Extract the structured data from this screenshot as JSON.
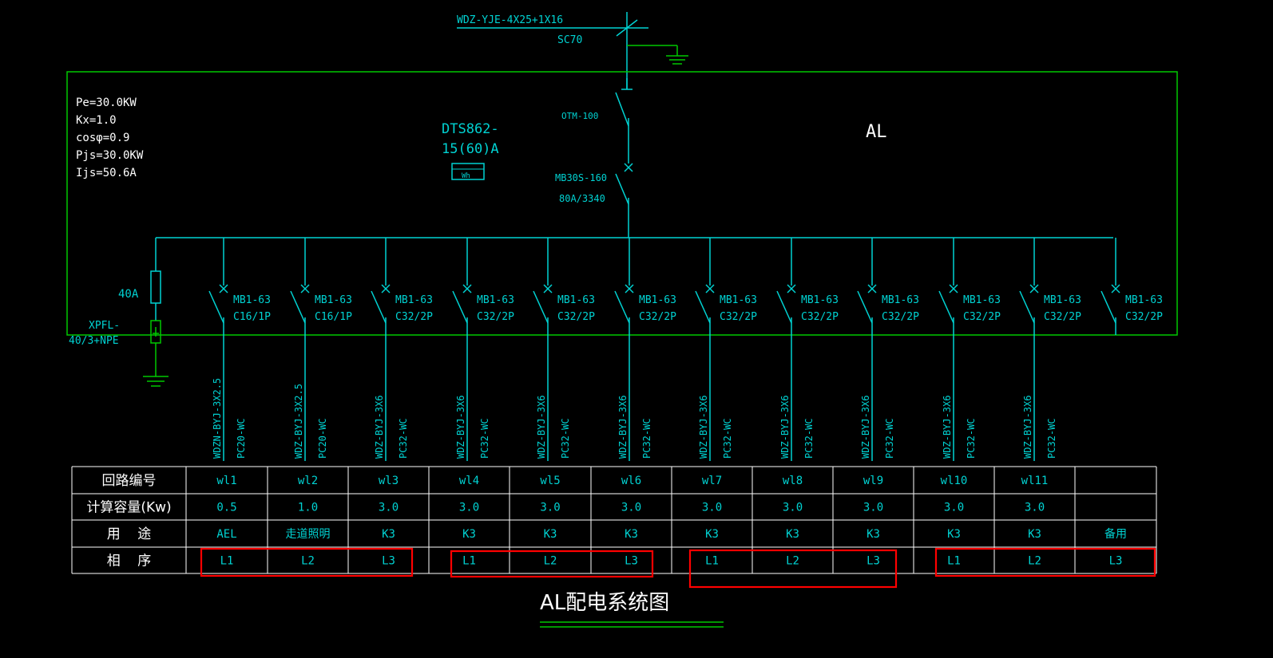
{
  "incoming": {
    "cable": "WDZ-YJE-4X25+1X16",
    "conduit": "SC70"
  },
  "box": {
    "name": "AL"
  },
  "load_params": [
    "Pe=30.0KW",
    "Kx=1.0",
    "cosφ=0.9",
    "Pjs=30.0KW",
    "Ijs=50.6A"
  ],
  "meter": {
    "model": "DTS862-",
    "rating": "15(60)A",
    "symbol": "Wh"
  },
  "main_switch": {
    "model": "OTM-100"
  },
  "main_breaker": {
    "model": "MB30S-160",
    "rating": "80A/3340"
  },
  "spd": {
    "fuse": "40A",
    "model": "XPFL-",
    "model2": "40/3+NPE"
  },
  "branches": [
    {
      "breaker1": "MB1-63",
      "breaker2": "C16/1P",
      "cable1": "WDZN-BYJ-3X2.5",
      "cable2": "PC20-WC"
    },
    {
      "breaker1": "MB1-63",
      "breaker2": "C16/1P",
      "cable1": "WDZ-BYJ-3X2.5",
      "cable2": "PC20-WC"
    },
    {
      "breaker1": "MB1-63",
      "breaker2": "C32/2P",
      "cable1": "WDZ-BYJ-3X6",
      "cable2": "PC32-WC"
    },
    {
      "breaker1": "MB1-63",
      "breaker2": "C32/2P",
      "cable1": "WDZ-BYJ-3X6",
      "cable2": "PC32-WC"
    },
    {
      "breaker1": "MB1-63",
      "breaker2": "C32/2P",
      "cable1": "WDZ-BYJ-3X6",
      "cable2": "PC32-WC"
    },
    {
      "breaker1": "MB1-63",
      "breaker2": "C32/2P",
      "cable1": "WDZ-BYJ-3X6",
      "cable2": "PC32-WC"
    },
    {
      "breaker1": "MB1-63",
      "breaker2": "C32/2P",
      "cable1": "WDZ-BYJ-3X6",
      "cable2": "PC32-WC"
    },
    {
      "breaker1": "MB1-63",
      "breaker2": "C32/2P",
      "cable1": "WDZ-BYJ-3X6",
      "cable2": "PC32-WC"
    },
    {
      "breaker1": "MB1-63",
      "breaker2": "C32/2P",
      "cable1": "WDZ-BYJ-3X6",
      "cable2": "PC32-WC"
    },
    {
      "breaker1": "MB1-63",
      "breaker2": "C32/2P",
      "cable1": "WDZ-BYJ-3X6",
      "cable2": "PC32-WC"
    },
    {
      "breaker1": "MB1-63",
      "breaker2": "C32/2P",
      "cable1": "WDZ-BYJ-3X6",
      "cable2": "PC32-WC"
    },
    {
      "breaker1": "MB1-63",
      "breaker2": "C32/2P",
      "cable1": "",
      "cable2": ""
    }
  ],
  "table": {
    "row_headers": [
      "回路编号",
      "计算容量(Kw)",
      "用    途",
      "相    序"
    ],
    "circuit_ids": [
      "wl1",
      "wl2",
      "wl3",
      "wl4",
      "wl5",
      "wl6",
      "wl7",
      "wl8",
      "wl9",
      "wl10",
      "wl11",
      ""
    ],
    "capacity": [
      "0.5",
      "1.0",
      "3.0",
      "3.0",
      "3.0",
      "3.0",
      "3.0",
      "3.0",
      "3.0",
      "3.0",
      "3.0",
      ""
    ],
    "usage": [
      "AEL",
      "走道照明",
      "K3",
      "K3",
      "K3",
      "K3",
      "K3",
      "K3",
      "K3",
      "K3",
      "K3",
      "备用"
    ],
    "phase": [
      "L1",
      "L2",
      "L3",
      "L1",
      "L2",
      "L3",
      "L1",
      "L2",
      "L3",
      "L1",
      "L2",
      "L3"
    ]
  },
  "caption": "AL配电系统图",
  "colors": {
    "cyan": "#00d2d2",
    "green": "#00c800",
    "white": "#ffffff",
    "red": "#ff0000"
  }
}
